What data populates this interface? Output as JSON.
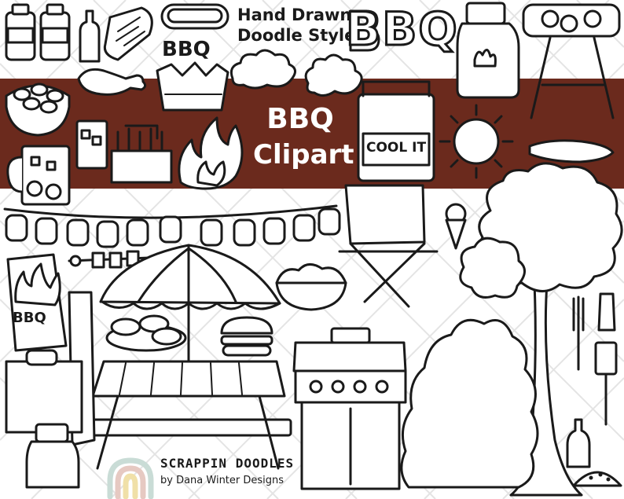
{
  "header": {
    "line1": "Hand Drawn",
    "line2": "Doodle Style",
    "big_title": "BBQ"
  },
  "banner": {
    "title": "BBQ",
    "subtitle": "Clipart",
    "color": "#6b2a1d"
  },
  "labels": {
    "crown": "BBQ",
    "charcoal_bag": "BBQ",
    "cooler": "COOL IT"
  },
  "brand": {
    "name": "SCRAPPIN DOODLES",
    "byline": "by Dana Winter Designs"
  },
  "colors": {
    "ink": "#1a1a1a",
    "banner": "#6b2a1d",
    "paper": "#ffffff"
  }
}
